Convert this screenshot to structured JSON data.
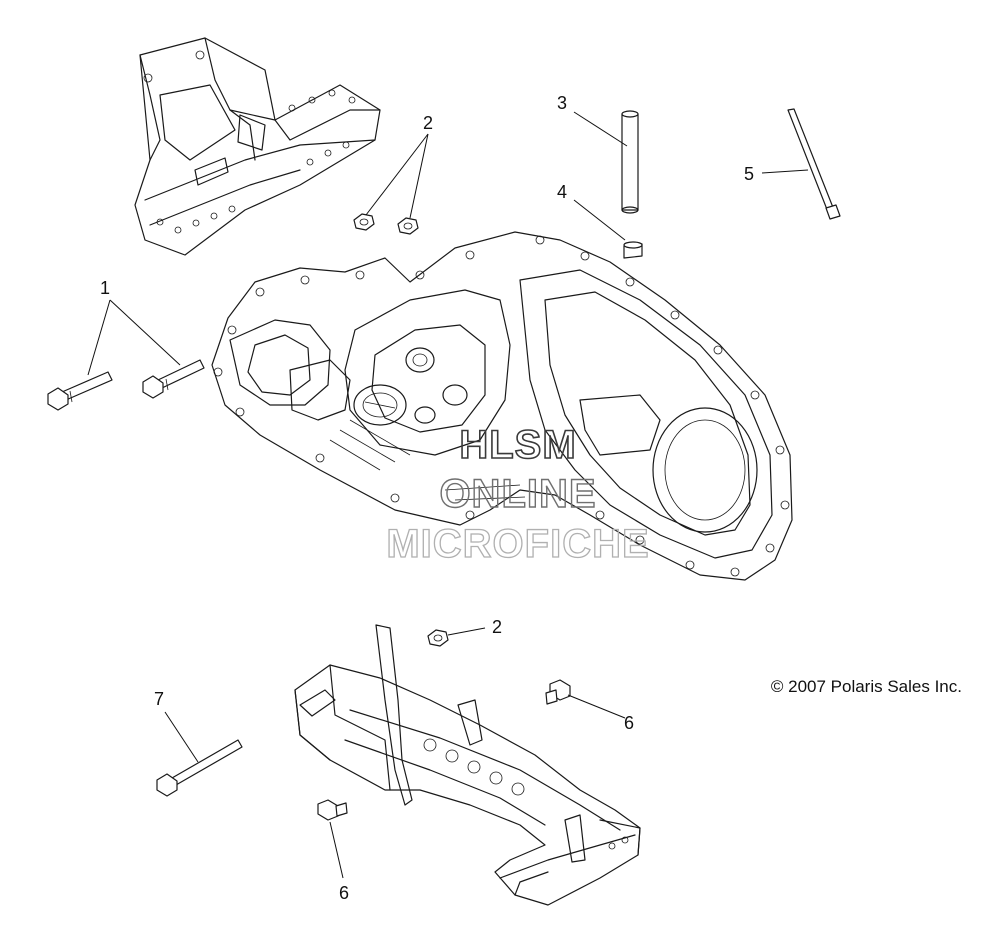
{
  "callouts": {
    "c1": "1",
    "c2_top": "2",
    "c2_bottom": "2",
    "c3": "3",
    "c4": "4",
    "c5": "5",
    "c6_right": "6",
    "c6_bottom": "6",
    "c7": "7"
  },
  "watermark": {
    "line1": "HLSM",
    "line2": "ONLINE",
    "line3": "MICROFICHE"
  },
  "copyright": "© 2007 Polaris Sales Inc."
}
